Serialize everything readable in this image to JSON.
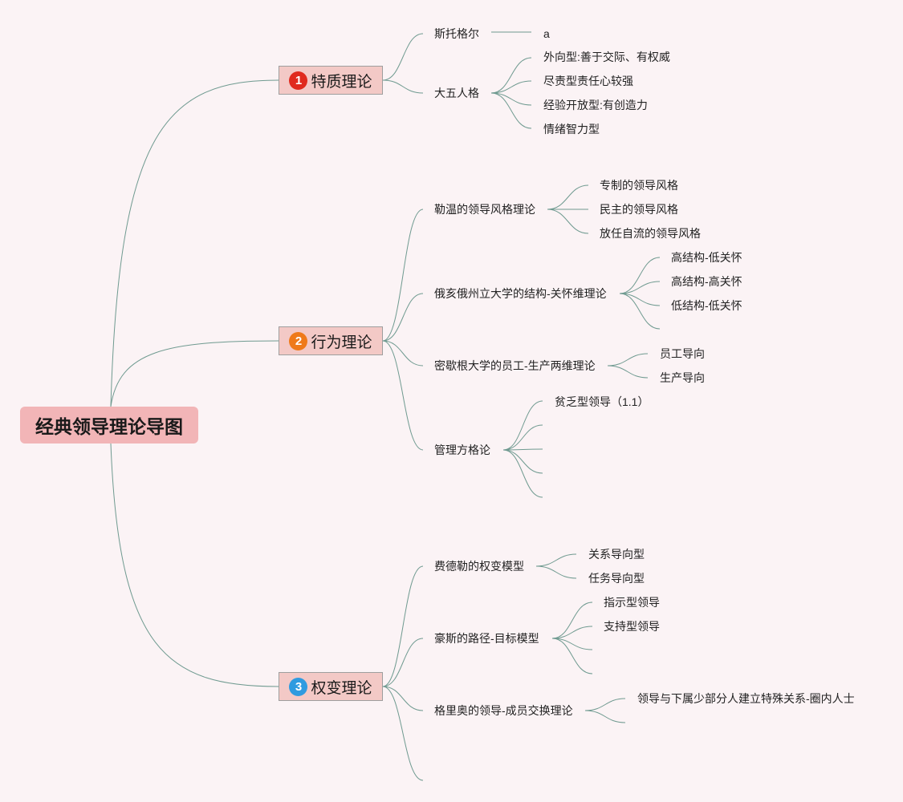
{
  "root": {
    "title": "经典领导理论导图"
  },
  "colors": {
    "line": "#6f9a90",
    "root_bg": "#f2b5b7",
    "main_bg": "#f3c9c6",
    "badge1": "#e02a1e",
    "badge2": "#ef7a1a",
    "badge3": "#2f9be0"
  },
  "branches": [
    {
      "badge": "1",
      "title": "特质理论",
      "children": [
        {
          "label": "斯托格尔",
          "children": [
            "a"
          ]
        },
        {
          "label": "大五人格",
          "children": [
            "外向型:善于交际、有权威",
            "尽责型责任心较强",
            "经验开放型:有创造力",
            "情绪智力型"
          ]
        }
      ]
    },
    {
      "badge": "2",
      "title": "行为理论",
      "children": [
        {
          "label": "勒温的领导风格理论",
          "children": [
            "专制的领导风格",
            "民主的领导风格",
            "放任自流的领导风格"
          ]
        },
        {
          "label": "俄亥俄州立大学的结构-关怀维理论",
          "children": [
            "高结构-低关怀",
            "高结构-高关怀",
            "低结构-低关怀",
            ""
          ]
        },
        {
          "label": "密歇根大学的员工-生产两维理论",
          "children": [
            "员工导向",
            "生产导向"
          ]
        },
        {
          "label": "管理方格论",
          "children": [
            "贫乏型领导（1.1）",
            "",
            "",
            "",
            ""
          ]
        }
      ]
    },
    {
      "badge": "3",
      "title": "权变理论",
      "children": [
        {
          "label": "费德勒的权变模型",
          "children": [
            "关系导向型",
            "任务导向型"
          ]
        },
        {
          "label": "豪斯的路径-目标模型",
          "children": [
            "指示型领导",
            "支持型领导",
            "",
            ""
          ]
        },
        {
          "label": "格里奥的领导-成员交换理论",
          "children": [
            "领导与下属少部分人建立特殊关系-圈内人士",
            ""
          ]
        },
        {
          "label": "",
          "children": []
        }
      ]
    }
  ]
}
